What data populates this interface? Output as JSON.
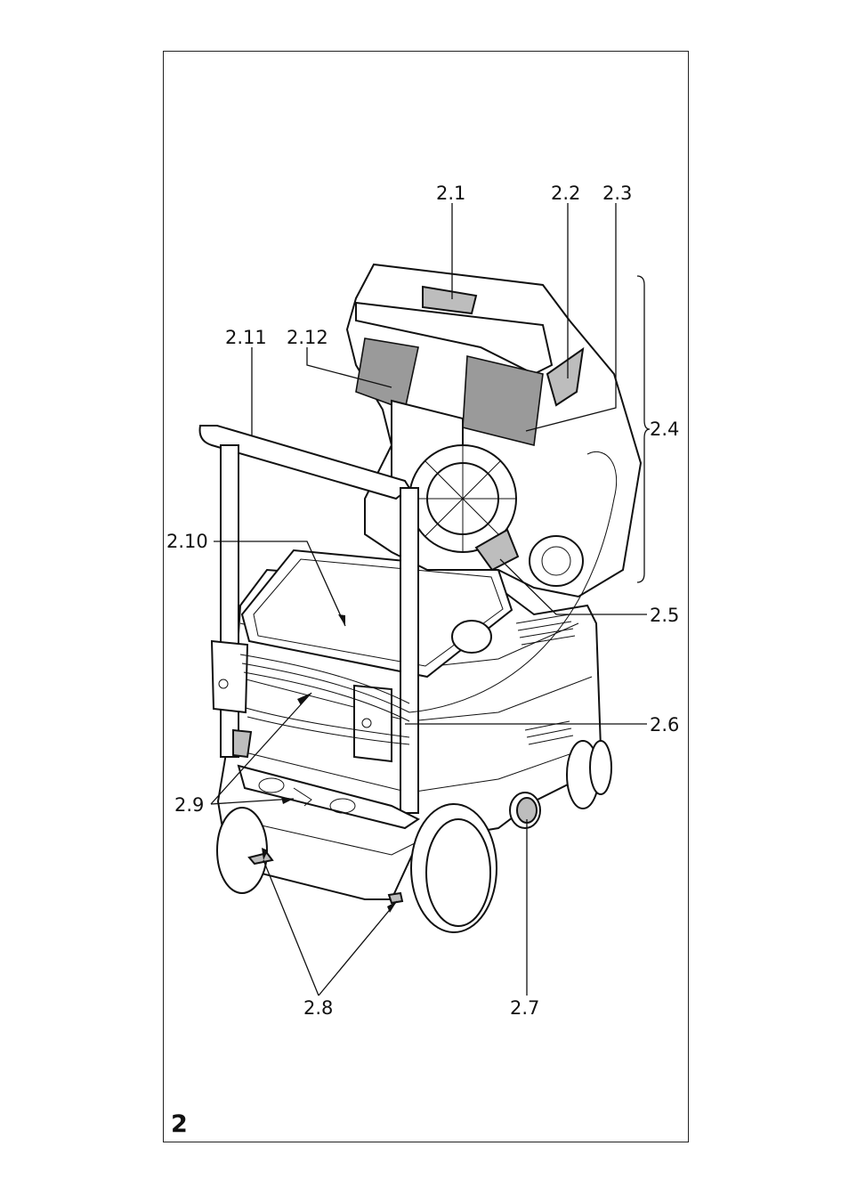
{
  "figure": {
    "number": "2"
  },
  "callouts": [
    {
      "id": "2.1",
      "text": "2.1"
    },
    {
      "id": "2.2",
      "text": "2.2"
    },
    {
      "id": "2.3",
      "text": "2.3"
    },
    {
      "id": "2.4",
      "text": "2.4"
    },
    {
      "id": "2.5",
      "text": "2.5"
    },
    {
      "id": "2.6",
      "text": "2.6"
    },
    {
      "id": "2.7",
      "text": "2.7"
    },
    {
      "id": "2.8",
      "text": "2.8"
    },
    {
      "id": "2.9",
      "text": "2.9"
    },
    {
      "id": "2.10",
      "text": "2.10"
    },
    {
      "id": "2.11",
      "text": "2.11"
    },
    {
      "id": "2.12",
      "text": "2.12"
    }
  ]
}
